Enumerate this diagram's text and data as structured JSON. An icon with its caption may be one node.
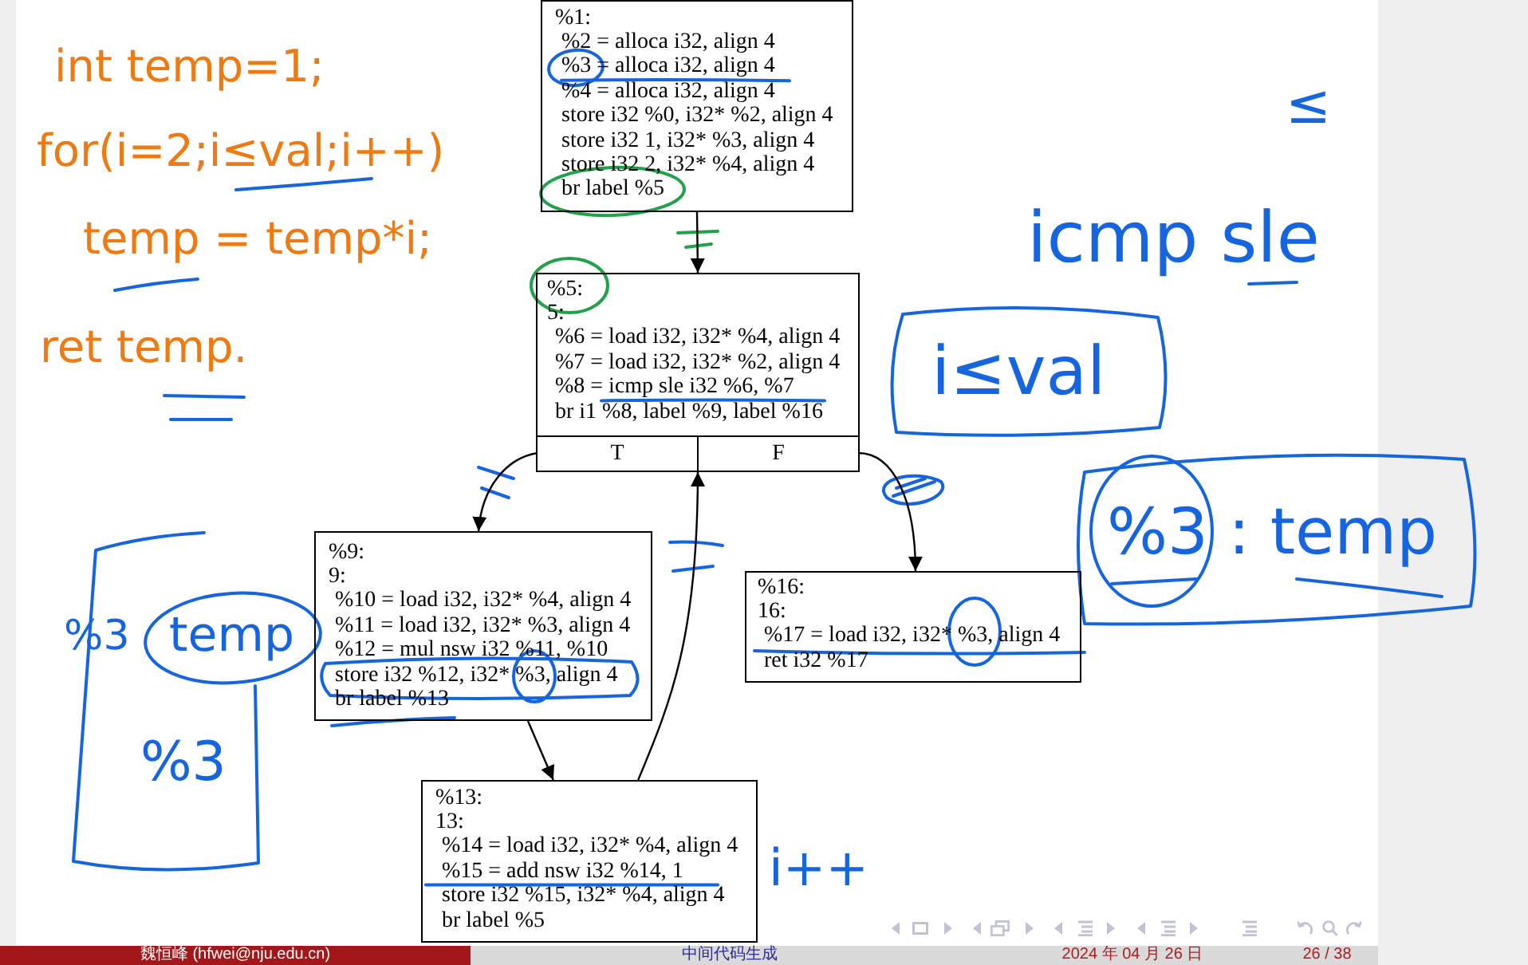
{
  "diagram": {
    "nodes": [
      {
        "text": [
          "%1:",
          "%2 = alloca i32, align 4",
          "%3 = alloca i32, align 4",
          "%4 = alloca i32, align 4",
          "store i32 %0, i32* %2, align 4",
          "store i32 1, i32* %3, align 4",
          "store i32 2, i32* %4, align 4",
          "br label %5"
        ]
      },
      {
        "text": [
          "%5:",
          "5:",
          "%6 = load i32, i32* %4, align 4",
          "%7 = load i32, i32* %2, align 4",
          "%8 = icmp sle i32 %6, %7",
          "br i1 %8, label %9, label %16"
        ]
      },
      {
        "text": [
          "T"
        ],
        "in": 1
      },
      {
        "text": [
          "F"
        ],
        "in": 1
      },
      {
        "text": [
          "%9:",
          "9:",
          "%10 = load i32, i32* %4, align 4",
          "%11 = load i32, i32* %3, align 4",
          "%12 = mul nsw i32 %11, %10",
          "store i32 %12, i32* %3, align 4",
          "br label %13"
        ]
      },
      {
        "text": [
          "%16:",
          "16:",
          "%17 = load i32, i32* %3, align 4",
          "ret i32 %17"
        ]
      },
      {
        "text": [
          "%13:",
          "13:",
          "%14 = load i32, i32* %4, align 4",
          "%15 = add nsw i32 %14, 1",
          "store i32 %15, i32* %4, align 4",
          "br label %5"
        ]
      }
    ],
    "edges": [
      {
        "from": 0,
        "to": 1,
        "arrow": "to"
      },
      {
        "from": 2,
        "to": 4,
        "arrow": "to"
      },
      {
        "from": 3,
        "to": 5,
        "arrow": "to"
      },
      {
        "from": 4,
        "to": 6,
        "arrow": "to"
      },
      {
        "from": 6,
        "to": 1,
        "arrow": "to"
      }
    ],
    "labels": [
      "int temp=1;",
      "for(i=2;i≤val;i++)",
      "temp = temp*i;",
      "ret temp.",
      "≤",
      "icmp sle",
      "i≤val",
      "%3 : temp",
      "%3",
      "temp",
      "%3",
      "i++",
      "魏恒峰 (hfwei@nju.edu.cn)",
      "中间代码生成",
      "2024 年 04 月 26 日",
      "26 / 38"
    ]
  }
}
